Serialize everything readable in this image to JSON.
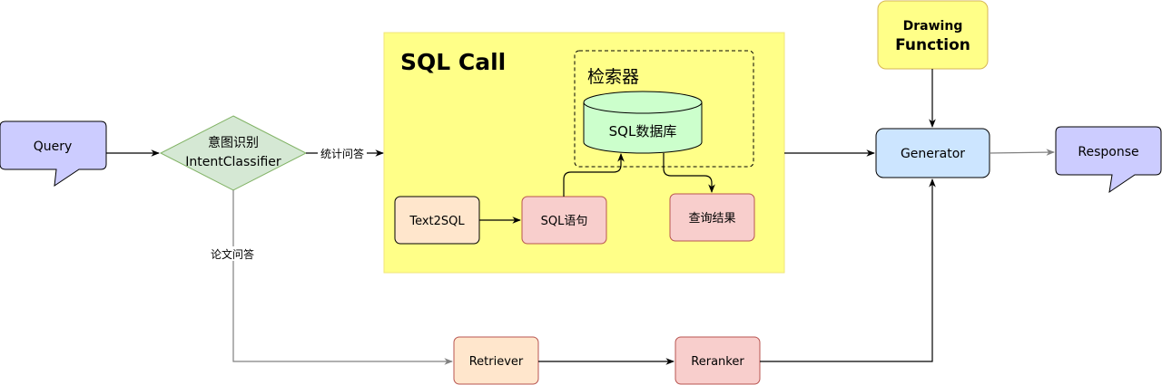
{
  "nodes": {
    "query": "Query",
    "intent_line1": "意图识别",
    "intent_line2": "IntentClassifier",
    "sql_call_title": "SQL Call",
    "retriever_group_title": "检索器",
    "sql_db": "SQL数据库",
    "text2sql": "Text2SQL",
    "sql_statement": "SQL语句",
    "query_result": "查询结果",
    "drawing_line1": "Drawing",
    "drawing_line2": "Function",
    "generator": "Generator",
    "response": "Response",
    "retriever": "Retriever",
    "reranker": "Reranker"
  },
  "edges": {
    "stat_qa": "统计问答",
    "paper_qa": "论文问答"
  },
  "colors": {
    "bubble_fill": "#ccccff",
    "diamond_fill": "#d5e8d4",
    "diamond_stroke": "#82b366",
    "sql_call_fill": "#ffff88",
    "sql_call_stroke": "#f2e67a",
    "db_fill": "#ccffcc",
    "orange_fill": "#ffe6cc",
    "pink_fill": "#f8cecc",
    "pink_stroke": "#b85450",
    "drawing_fill": "#ffff88",
    "drawing_stroke": "#d6b656",
    "generator_fill": "#cce5ff",
    "edge_black": "#000000",
    "edge_gray": "#808080"
  }
}
